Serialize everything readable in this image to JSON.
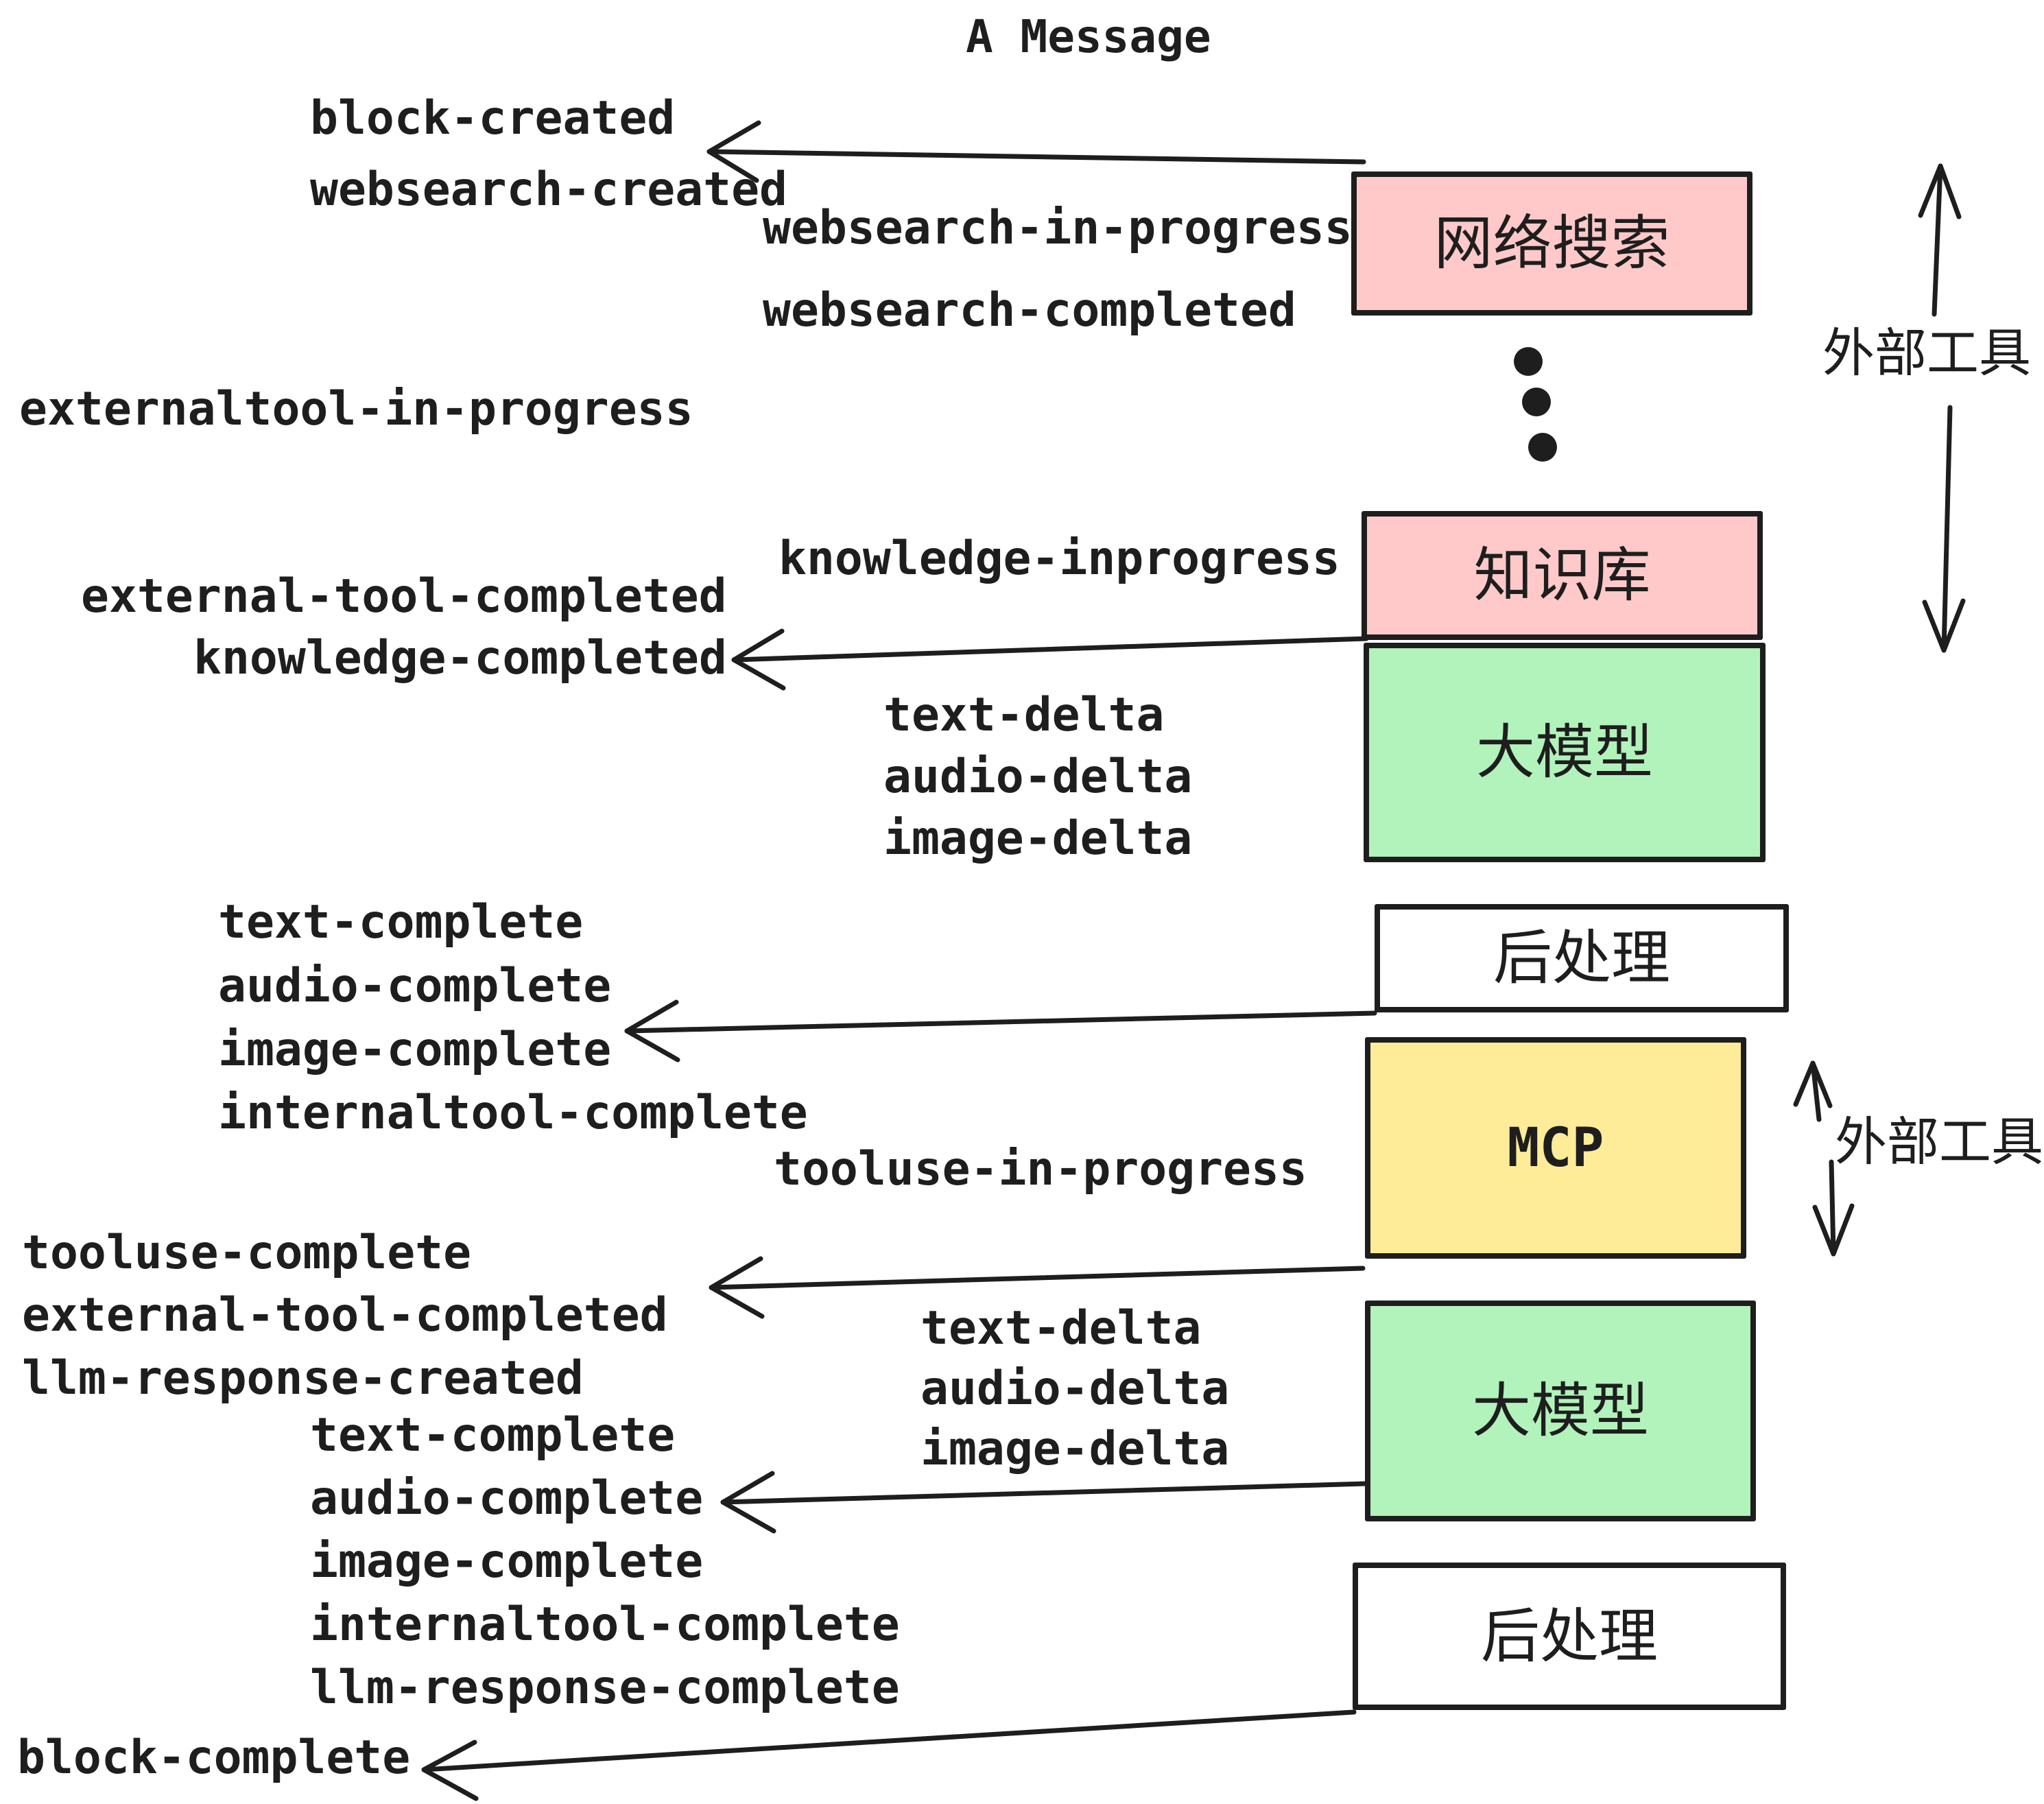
{
  "title": "A Message",
  "colors": {
    "paper": "#ffffff",
    "ink": "#1e1e1e",
    "pink": "#ffc9c9",
    "green": "#b2f2bb",
    "yellow": "#ffec99"
  },
  "nodes": {
    "websearch": {
      "label": "网络搜索"
    },
    "knowledge": {
      "label": "知识库"
    },
    "llm1": {
      "label": "大模型"
    },
    "post1": {
      "label": "后处理"
    },
    "mcp": {
      "label": "MCP"
    },
    "llm2": {
      "label": "大模型"
    },
    "post2": {
      "label": "后处理"
    }
  },
  "side_labels": {
    "external_tools_top": "外部工具",
    "external_tools_mid": "外部工具"
  },
  "events": [
    {
      "text": "block-created"
    },
    {
      "text": "websearch-created"
    },
    {
      "text": "websearch-in-progress"
    },
    {
      "text": "websearch-completed"
    },
    {
      "text": "externaltool-in-progress"
    },
    {
      "text": "knowledge-inprogress"
    },
    {
      "text": "external-tool-completed"
    },
    {
      "text": "knowledge-completed"
    },
    {
      "text": "text-delta"
    },
    {
      "text": "audio-delta"
    },
    {
      "text": "image-delta"
    },
    {
      "text": "text-complete"
    },
    {
      "text": "audio-complete"
    },
    {
      "text": "image-complete"
    },
    {
      "text": "internaltool-complete"
    },
    {
      "text": "tooluse-in-progress"
    },
    {
      "text": "tooluse-complete"
    },
    {
      "text": "external-tool-completed"
    },
    {
      "text": "llm-response-created"
    },
    {
      "text": "text-complete"
    },
    {
      "text": "text-delta"
    },
    {
      "text": "audio-delta"
    },
    {
      "text": "image-delta"
    },
    {
      "text": "audio-complete"
    },
    {
      "text": "image-complete"
    },
    {
      "text": "internaltool-complete"
    },
    {
      "text": "llm-response-complete"
    },
    {
      "text": "block-complete"
    }
  ]
}
